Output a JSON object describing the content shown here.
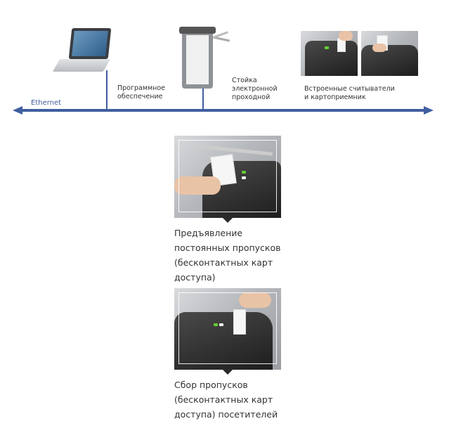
{
  "network": {
    "label": "Ethernet",
    "color": "#3f5f9f"
  },
  "nodes": [
    {
      "label": "Программное обеспечение",
      "lines": [
        "Программное",
        "обеспечение"
      ],
      "icon": "laptop-icon"
    },
    {
      "label": "Стойка электронной проходной",
      "lines": [
        "Стойка",
        "электронной",
        "проходной"
      ],
      "icon": "turnstile-icon"
    },
    {
      "label": "Встроенные считыватели и картоприемник",
      "lines": [
        "Встроенные считыватели",
        "и картоприемник"
      ],
      "icon": "card-reader-photo"
    }
  ],
  "details": [
    {
      "lines": [
        "Предъявление",
        "постоянных пропусков",
        "(бесконтактных карт",
        "доступа)"
      ]
    },
    {
      "lines": [
        "Сбор пропусков",
        "(бесконтактных карт",
        "доступа) посетителей"
      ]
    }
  ]
}
